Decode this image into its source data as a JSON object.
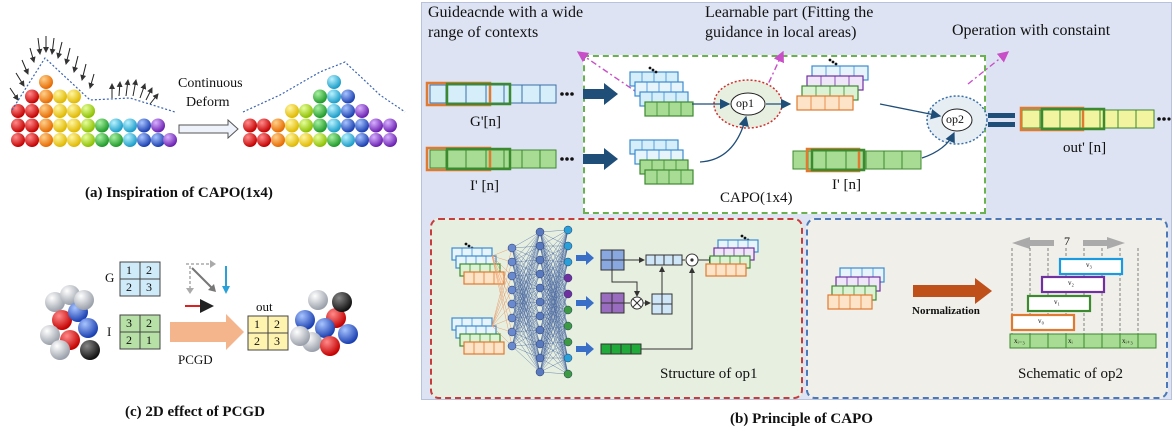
{
  "panel_a": {
    "caption": "(a) Inspiration of CAPO(1x4)",
    "arrow_label_line1": "Continuous",
    "arrow_label_line2": "Deform"
  },
  "panel_c": {
    "caption": "(c) 2D effect of PCGD",
    "g_label": "G",
    "i_label": "I",
    "out_label": "out",
    "arrow_label": "PCGD",
    "g_grid": [
      "1",
      "2",
      "2",
      "3"
    ],
    "i_grid": [
      "3",
      "2",
      "2",
      "1"
    ],
    "out_grid": [
      "1",
      "2",
      "2",
      "3"
    ]
  },
  "panel_b": {
    "caption": "(b) Principle of CAPO",
    "annot_guidance_line1": "Guideacnde with a wide",
    "annot_guidance_line2": "range of contexts",
    "annot_learnable_line1": "Learnable part (Fitting the",
    "annot_learnable_line2": "guidance in local areas)",
    "annot_operation": "Operation with constaint",
    "g_input": "G'[n]",
    "i_input": "I' [n]",
    "i_input2": "I' [n]",
    "output": "out' [n]",
    "op1": "op1",
    "op2": "op2",
    "capo_label": "CAPO(1x4)",
    "structure_op1": "Structure of op1",
    "schematic_op2": "Schematic of op2",
    "normalization": "Normalization",
    "seven": "7",
    "v3": "v₃",
    "v2": "v₂",
    "v1": "v₁",
    "v0": "v₀",
    "x_left": "xᵢ₋₃",
    "x_mid": "xᵢ",
    "x_right": "xᵢ₊₃"
  }
}
